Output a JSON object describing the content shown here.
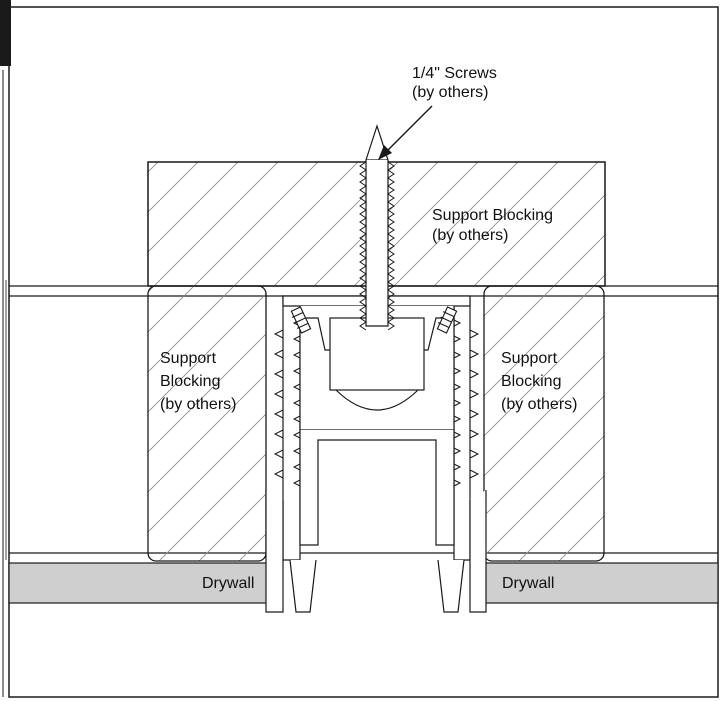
{
  "labels": {
    "screws_line1": "1/4\" Screws",
    "screws_line2": "(by others)",
    "top_block_line1": "Support Blocking",
    "top_block_line2": "(by others)",
    "left_block_line1": "Support",
    "left_block_line2": "Blocking",
    "left_block_line3": "(by others)",
    "right_block_line1": "Support",
    "right_block_line2": "Blocking",
    "right_block_line3": "(by others)",
    "drywall_left": "Drywall",
    "drywall_right": "Drywall"
  },
  "colors": {
    "line": "#1a1a1a",
    "drywall_fill": "#cfcfcf",
    "hatch": "#8a8a8a",
    "background": "#ffffff",
    "corner_block": "#1a1a1a"
  }
}
